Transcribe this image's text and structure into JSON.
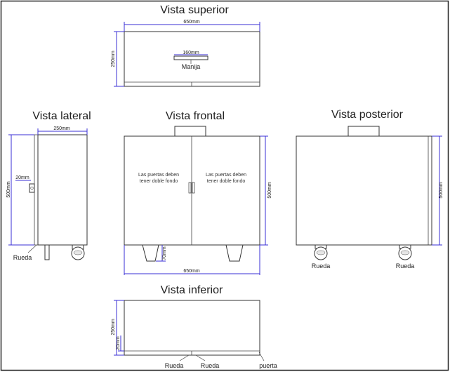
{
  "views": {
    "top": {
      "title": "Vista superior",
      "width_dim": "650mm",
      "depth_dim": "250mm",
      "handle_dim": "160mm",
      "handle_label": "Manija"
    },
    "side": {
      "title": "Vista lateral",
      "width_dim": "250mm",
      "height_dim": "500mm",
      "lock_dim": "20mm",
      "wheel_label": "Rueda"
    },
    "front": {
      "title": "Vista frontal",
      "note_left": [
        "Las puertas deben",
        "tener doble fondo"
      ],
      "note_right": [
        "Las puertas deben",
        "tener doble fondo"
      ],
      "height_dim": "500mm",
      "leg_dim": "70mm",
      "width_dim": "650mm"
    },
    "back": {
      "title": "Vista posterior",
      "height_dim": "500mm",
      "wheel_left_label": "Rueda",
      "wheel_right_label": "Rueda"
    },
    "bottom": {
      "title": "Vista inferior",
      "depth_dim": "250mm",
      "strip_dim": "20mm",
      "label_wheel_1": "Rueda",
      "label_wheel_2": "Rueda",
      "label_door": "puerta"
    }
  },
  "colors": {
    "dimension": "#3a2fd6",
    "outline": "#333333"
  }
}
